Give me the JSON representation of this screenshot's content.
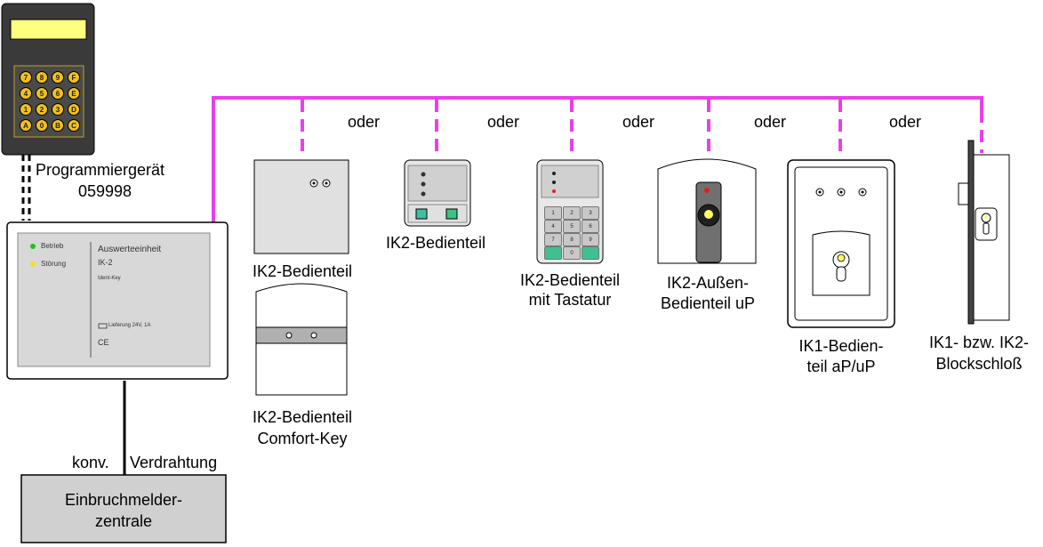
{
  "programmer": {
    "label_line1": "Programmiergerät",
    "label_line2": "059998",
    "keys": [
      "7",
      "8",
      "9",
      "F",
      "4",
      "5",
      "6",
      "E",
      "1",
      "2",
      "3",
      "D",
      "A",
      "0",
      "B",
      "C"
    ]
  },
  "evaluation_unit": {
    "led_status_1": "Betrieb",
    "led_status_2": "Störung",
    "title": "Auswerteeinheit",
    "model": "IK-2",
    "subtitle": "Ident-Key",
    "rating": "Lieferung 24V, 1A",
    "ce_mark": "CE"
  },
  "wiring_label_left": "konv.",
  "wiring_label_right": "Verdrahtung",
  "alarm_panel": {
    "line1": "Einbruchmelder-",
    "line2": "zentrale"
  },
  "oder_labels": [
    "oder",
    "oder",
    "oder",
    "oder",
    "oder"
  ],
  "devices": {
    "ik2_bedienteil_1": "IK2-Bedienteil",
    "comfort_key_line1": "IK2-Bedienteil",
    "comfort_key_line2": "Comfort-Key",
    "ik2_bedienteil_2": "IK2-Bedienteil",
    "tastatur_line1": "IK2-Bedienteil",
    "tastatur_line2": "mit Tastatur",
    "aussen_line1": "IK2-Außen-",
    "aussen_line2": "Bedienteil uP",
    "ik1_line1": "IK1-Bedien-",
    "ik1_line2": "teil aP/uP",
    "block_line1": "IK1- bzw. IK2-",
    "block_line2": "Blockschloß"
  },
  "keypad_keys": [
    "1",
    "2",
    "3",
    "4",
    "5",
    "6",
    "7",
    "8",
    "9",
    "",
    "0",
    ""
  ],
  "colors": {
    "bus": "#e840e8",
    "display": "#ffff80",
    "programmer_body": "#3a3a3a",
    "key": "#f0c020",
    "panel_fill": "#d0d0d0"
  }
}
